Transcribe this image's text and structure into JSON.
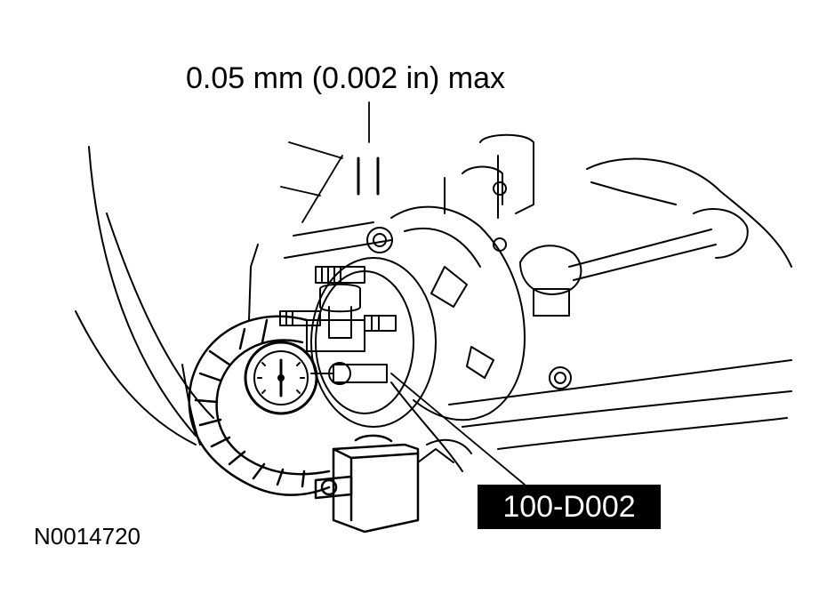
{
  "spec_label": "0.05 mm (0.002 in) max",
  "tool_label": "100-D002",
  "figure_id": "N0014720",
  "colors": {
    "ink": "#000000",
    "paper": "#ffffff",
    "tool_label_bg": "#000000",
    "tool_label_text": "#ffffff"
  },
  "icons": [
    "dial-indicator-icon",
    "magnetic-base-icon",
    "wheel-hub-icon",
    "wheel-studs-icon",
    "steering-knuckle-icon"
  ]
}
